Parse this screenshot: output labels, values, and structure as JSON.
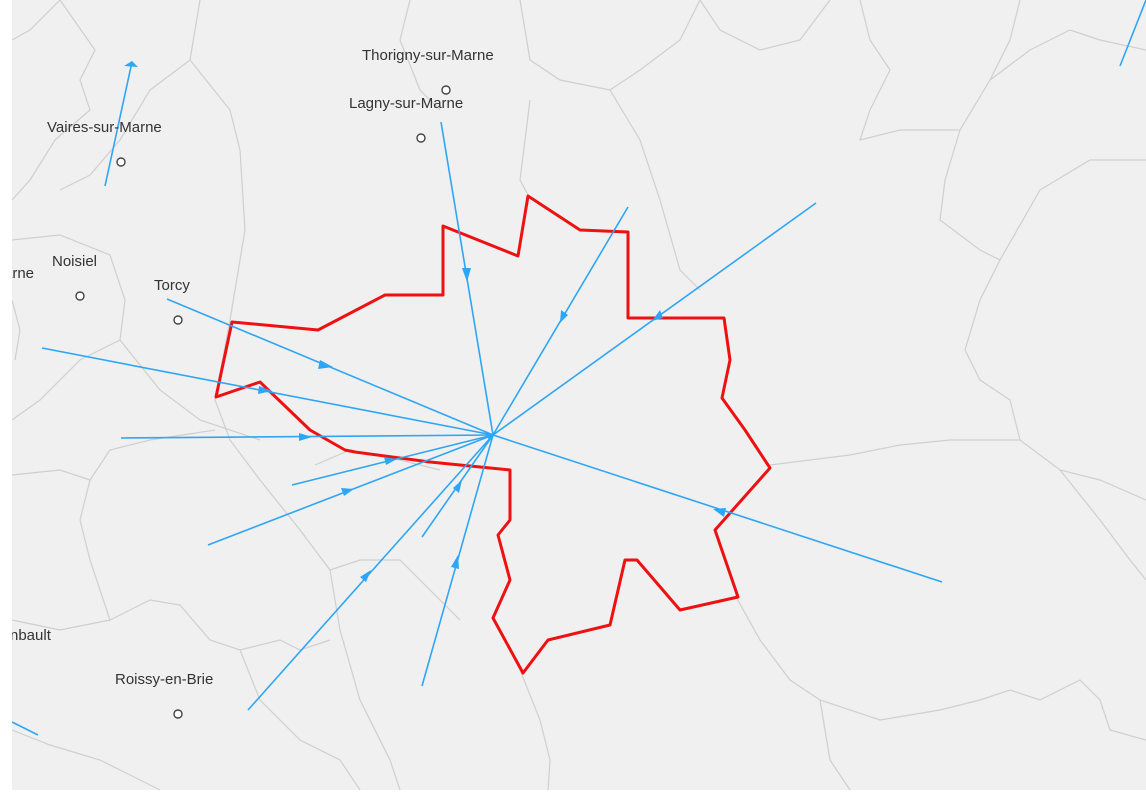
{
  "map": {
    "background_color": "#f0f0f0",
    "boundary_color": "#cfcfcf",
    "outline_color": "#ee1111",
    "flow_color": "#2ea6f5",
    "label_color": "#333333"
  },
  "places": [
    {
      "name": "Thorigny-sur-Marne"
    },
    {
      "name": "Lagny-sur-Marne"
    },
    {
      "name": "Vaires-sur-Marne"
    },
    {
      "name": "Noisiel"
    },
    {
      "name": "Torcy"
    },
    {
      "name": "Roissy-en-Brie"
    },
    {
      "name": "arne"
    },
    {
      "name": "nbault"
    }
  ]
}
